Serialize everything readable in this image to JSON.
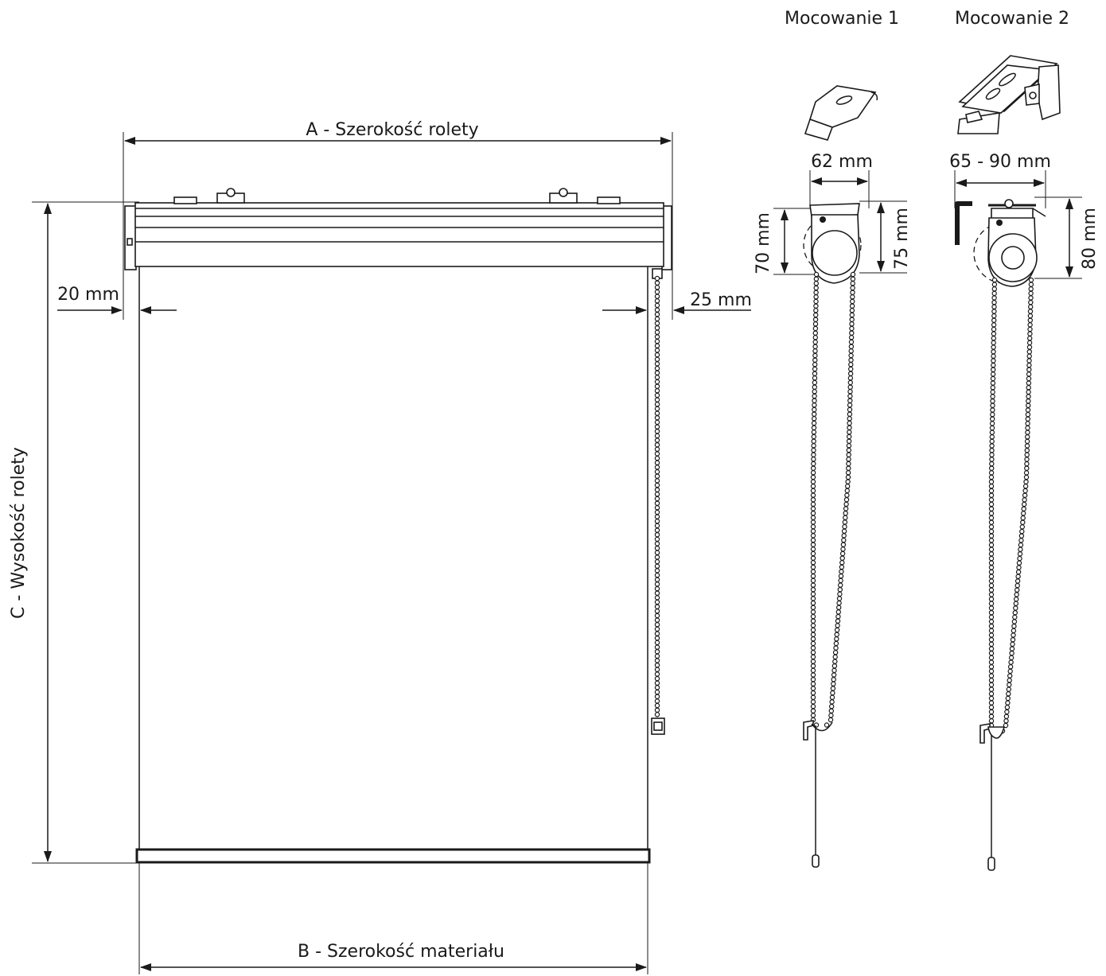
{
  "diagram": {
    "front_view": {
      "width_label": "A - Szerokość rolety",
      "height_label": "C - Wysokość rolety",
      "fabric_width_label": "B - Szerokość materiału",
      "left_offset_label": "20 mm",
      "right_offset_label": "25 mm"
    },
    "mount_1": {
      "title": "Mocowanie 1",
      "width_label": "62 mm",
      "height_inner_label": "70 mm",
      "height_outer_label": "75 mm"
    },
    "mount_2": {
      "title": "Mocowanie 2",
      "width_label": "65 - 90 mm",
      "height_label": "80 mm"
    }
  }
}
